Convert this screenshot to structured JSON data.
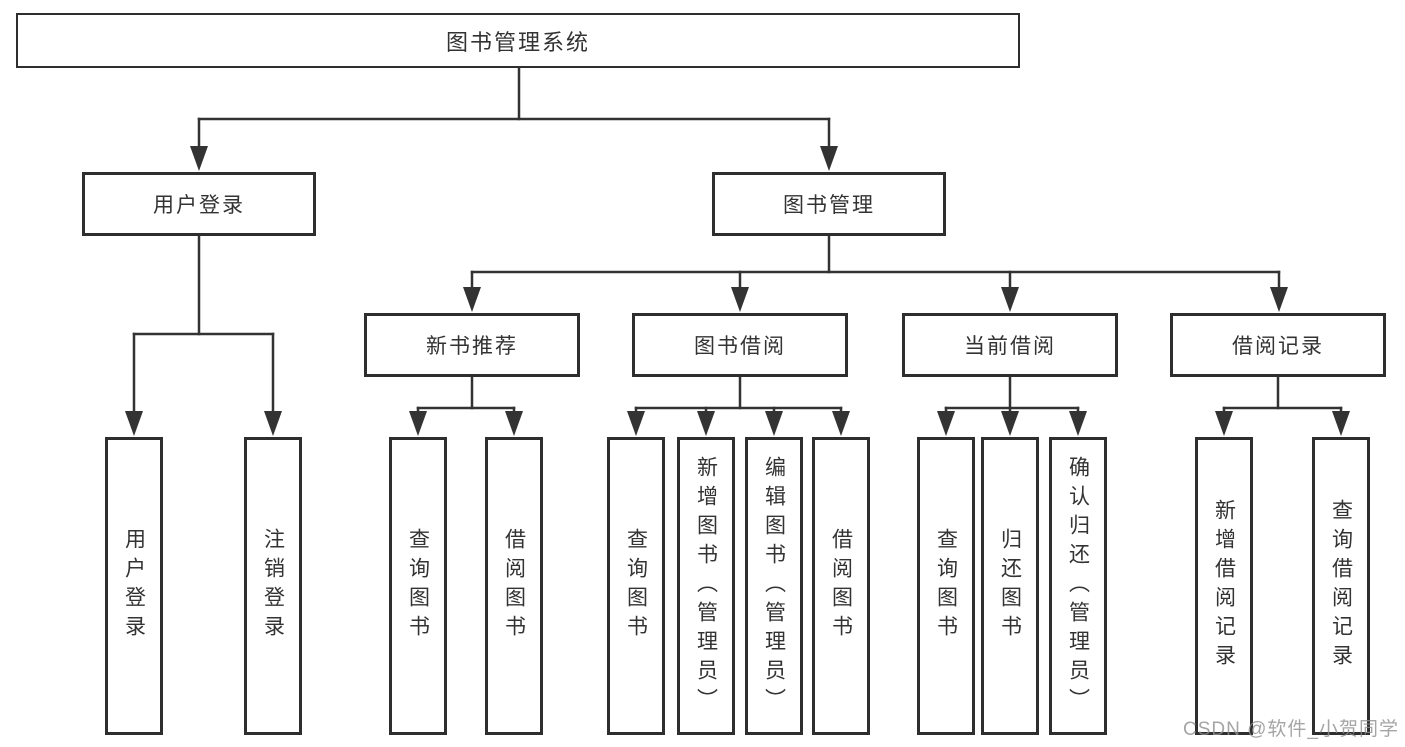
{
  "diagram": {
    "title_note": "functional structure tree of a library management system",
    "colors": {
      "line": "#333333",
      "box_border": "#2e2e2e",
      "box_fill": "#ffffff",
      "text": "#333333",
      "background": "#ffffff"
    },
    "root": {
      "label": "图书管理系统"
    },
    "branches": [
      {
        "label": "用户登录",
        "children": [
          {
            "label": "用户登录"
          },
          {
            "label": "注销登录"
          }
        ]
      },
      {
        "label": "图书管理",
        "children": [
          {
            "label": "新书推荐",
            "children": [
              {
                "label": "查询图书"
              },
              {
                "label": "借阅图书"
              }
            ]
          },
          {
            "label": "图书借阅",
            "children": [
              {
                "label": "查询图书"
              },
              {
                "label": "新增图书（管理员）"
              },
              {
                "label": "编辑图书（管理员）"
              },
              {
                "label": "借阅图书"
              }
            ]
          },
          {
            "label": "当前借阅",
            "children": [
              {
                "label": "查询图书"
              },
              {
                "label": "归还图书"
              },
              {
                "label": "确认归还（管理员）"
              }
            ]
          },
          {
            "label": "借阅记录",
            "children": [
              {
                "label": "新增借阅记录"
              },
              {
                "label": "查询借阅记录"
              }
            ]
          }
        ]
      }
    ]
  },
  "watermark": {
    "text": "CSDN @软件_小贺同学",
    "color": "#8f8f8f"
  }
}
